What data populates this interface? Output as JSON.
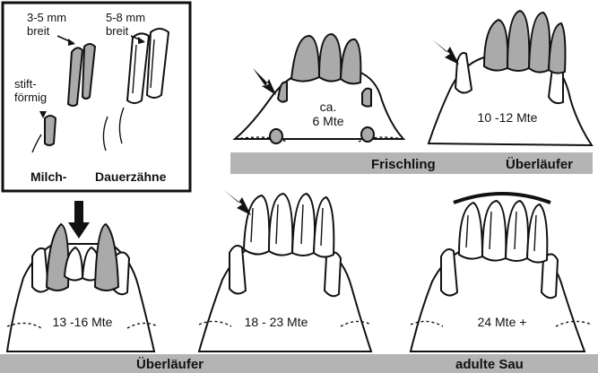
{
  "inset": {
    "label_milk_width": "3-5 mm\nbreit",
    "label_perm_width": "5-8 mm\nbreit",
    "label_pin": "stift-\nförmig",
    "label_milk": "Milch-",
    "label_perm": "Dauerzähne"
  },
  "stages": {
    "s6": "ca.\n6 Mte",
    "s10": "10 -12 Mte",
    "s13": "13 -16 Mte",
    "s18": "18 - 23 Mte",
    "s24": "24 Mte +"
  },
  "bars": {
    "top_left": "Frischling",
    "top_right": "Überläufer",
    "bottom_left": "Überläufer",
    "bottom_right": "adulte Sau"
  },
  "colors": {
    "milk_tooth": "#aaaaaa",
    "bar": "#b4b4b4",
    "ink": "#111111"
  }
}
